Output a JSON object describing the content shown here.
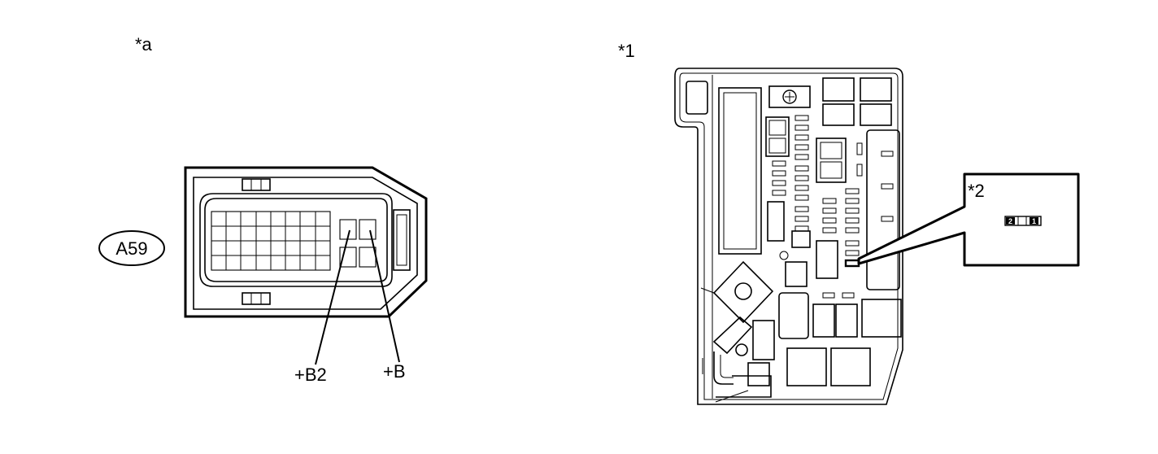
{
  "left_view": {
    "callout": "*a",
    "connector_code": "A59",
    "terminals": [
      "+B2",
      "+B"
    ]
  },
  "right_view": {
    "callout_main": "*1",
    "callout_detail": "*2",
    "detail_pins": [
      "2",
      "1"
    ]
  }
}
